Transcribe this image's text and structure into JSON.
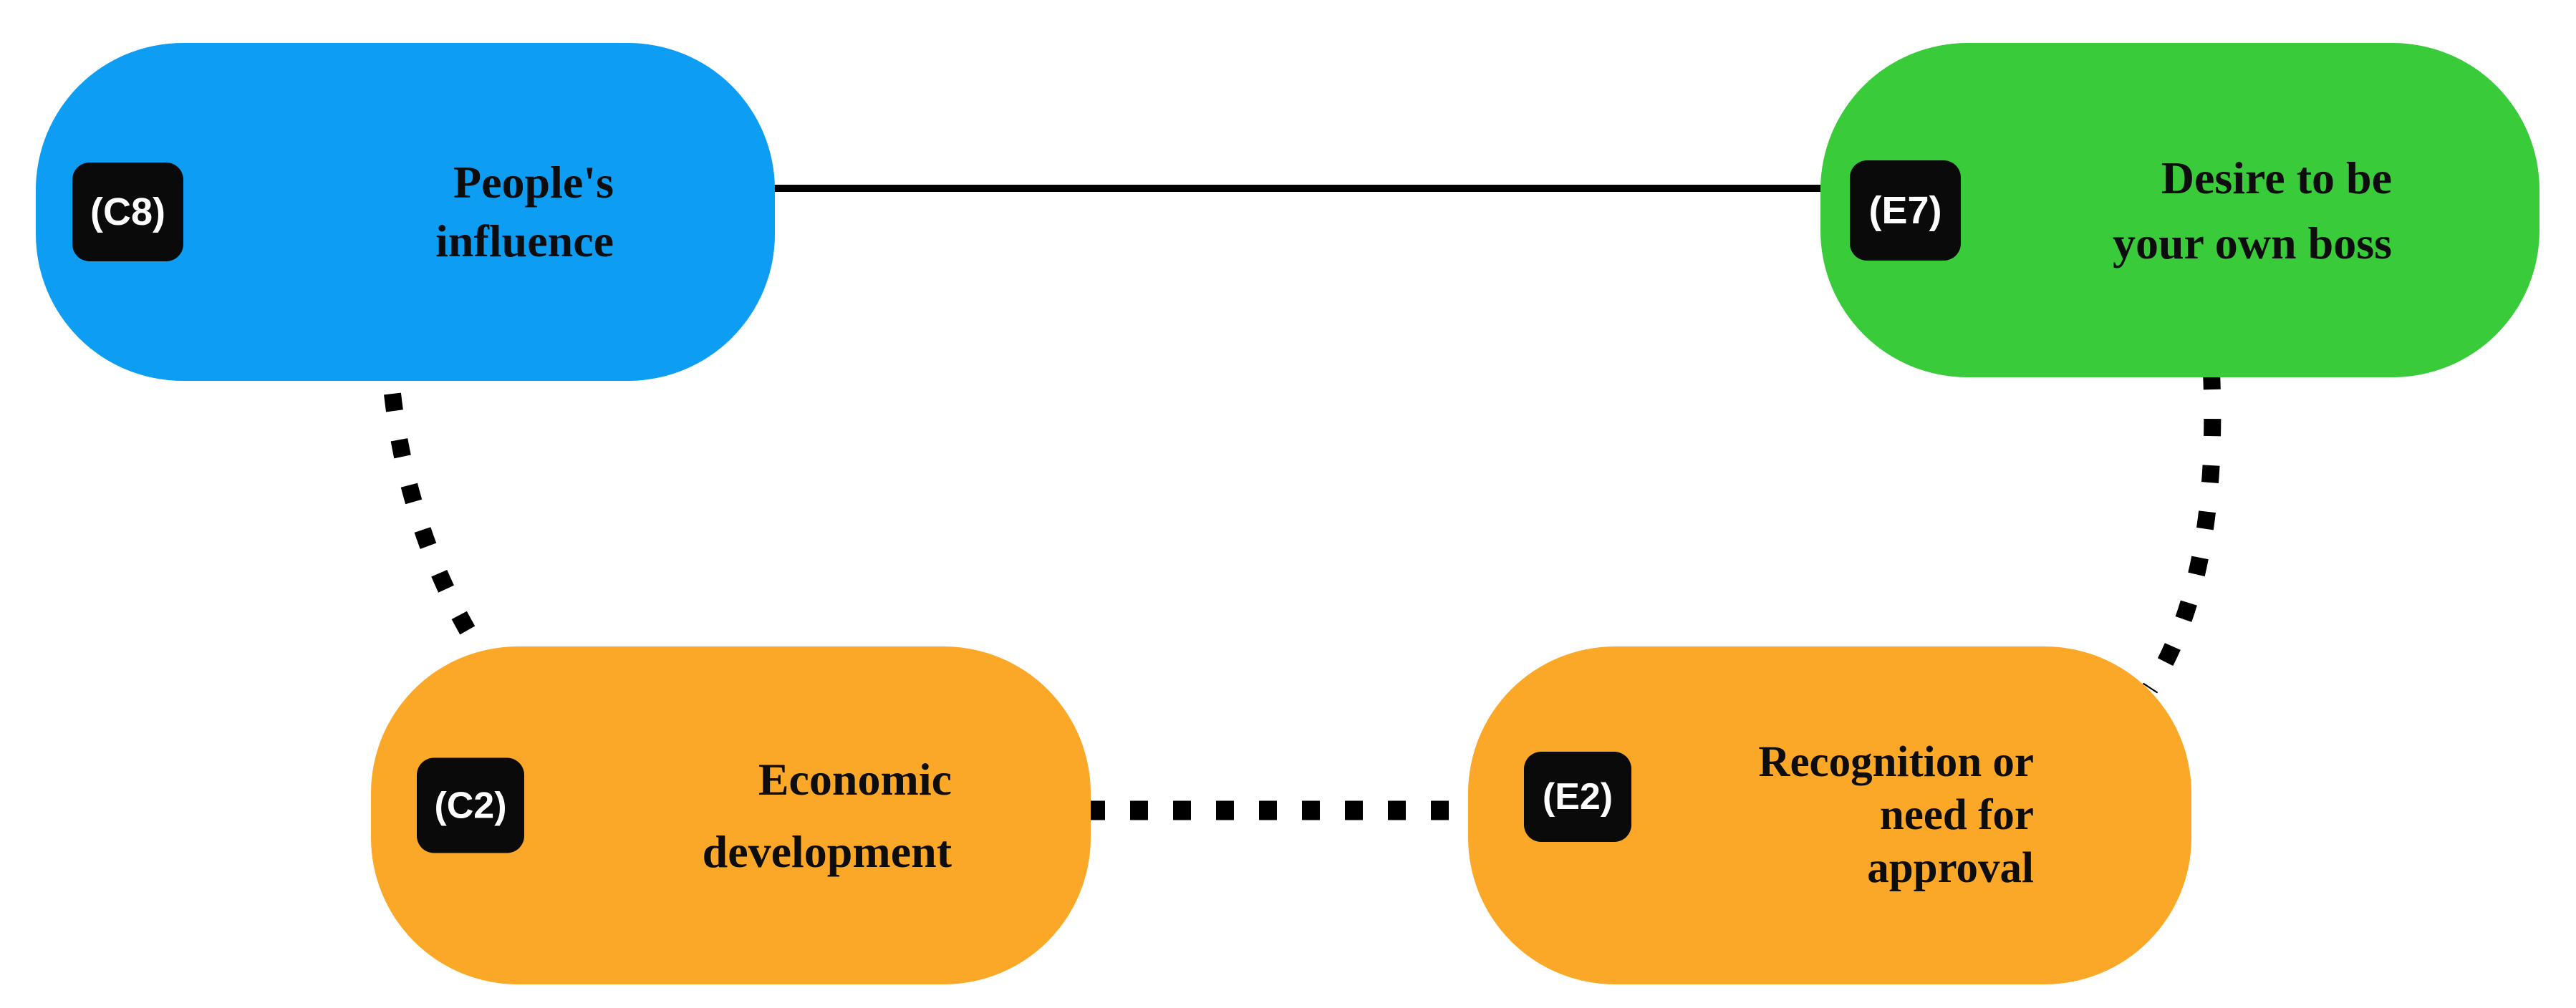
{
  "background_color": "#ffffff",
  "edge_color": "#000000",
  "badge": {
    "bg": "#0a0a0a",
    "text_color": "#ffffff"
  },
  "nodes": [
    {
      "id": "C8",
      "code": "(C8)",
      "label": [
        "People's",
        "influence"
      ],
      "color": "#0d9ef3",
      "kind": "cause"
    },
    {
      "id": "E7",
      "code": "(E7)",
      "label": [
        "Desire to be",
        "your own boss"
      ],
      "color": "#39cb3a",
      "kind": "effect"
    },
    {
      "id": "C2",
      "code": "(C2)",
      "label": [
        "Economic",
        "development"
      ],
      "color": "#fba829",
      "kind": "cause"
    },
    {
      "id": "E2",
      "code": "(E2)",
      "label": [
        "Recognition or",
        "need for",
        "approval"
      ],
      "color": "#fba829",
      "kind": "effect"
    }
  ],
  "edges": [
    {
      "from": "C8",
      "to": "E7",
      "style": "solid"
    },
    {
      "from": "C8",
      "to": "C2",
      "style": "dotted"
    },
    {
      "from": "C2",
      "to": "E2",
      "style": "dotted"
    },
    {
      "from": "E7",
      "to": "E2",
      "style": "dotted"
    }
  ]
}
